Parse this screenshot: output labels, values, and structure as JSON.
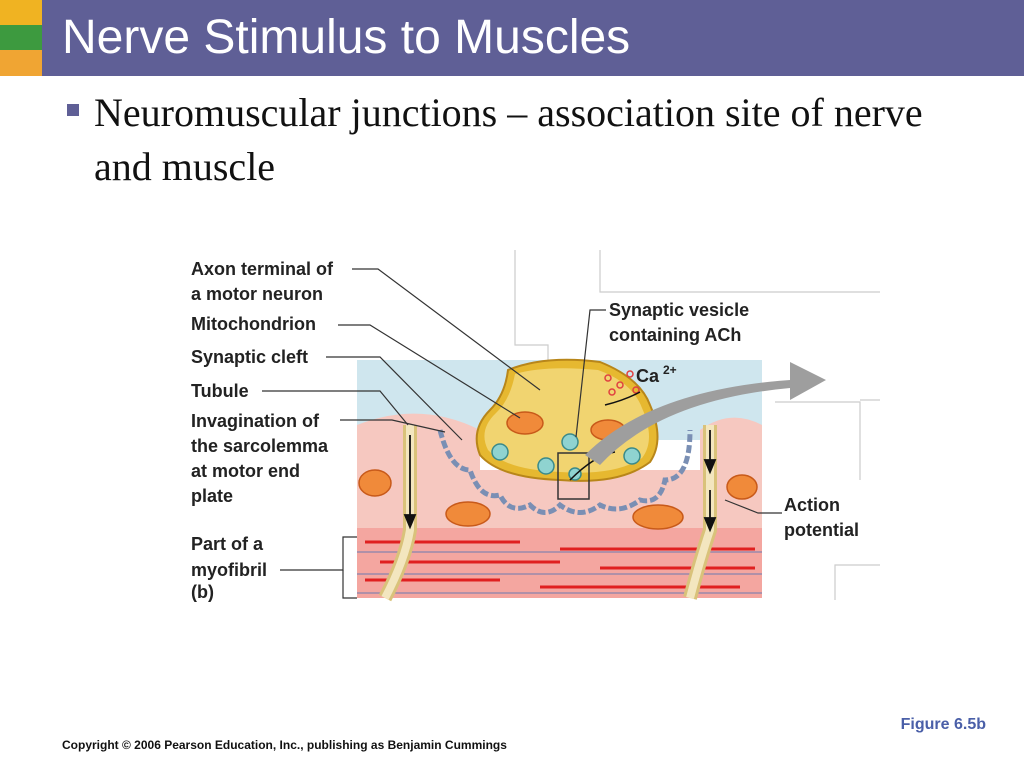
{
  "slide": {
    "title": "Nerve Stimulus to Muscles",
    "bullet": "Neuromuscular junctions – association site of nerve and muscle"
  },
  "figure": {
    "labels": {
      "axon_terminal_1": "Axon terminal of",
      "axon_terminal_2": "a motor neuron",
      "mitochondrion": "Mitochondrion",
      "synaptic_cleft": "Synaptic cleft",
      "tubule": "Tubule",
      "invagination_1": "Invagination of",
      "invagination_2": "the sarcolemma",
      "invagination_3": "at motor end",
      "invagination_4": "plate",
      "myofibril_1": "Part of a",
      "myofibril_2": "myofibril",
      "panel": "(b)",
      "vesicle_1": "Synaptic vesicle",
      "vesicle_2": "containing ACh",
      "calcium": "Ca",
      "calcium_charge": "2+",
      "action_1": "Action",
      "action_2": "potential"
    },
    "caption": "Figure 6.5b"
  },
  "footer": {
    "copyright": "Copyright © 2006 Pearson Education, Inc., publishing as Benjamin Cummings"
  },
  "colors": {
    "title_bar": "#5f5f96",
    "accent_yellow": "#f0b322",
    "accent_green": "#3d9a3f",
    "accent_orange": "#f0a533",
    "caption": "#4a5fa8"
  }
}
